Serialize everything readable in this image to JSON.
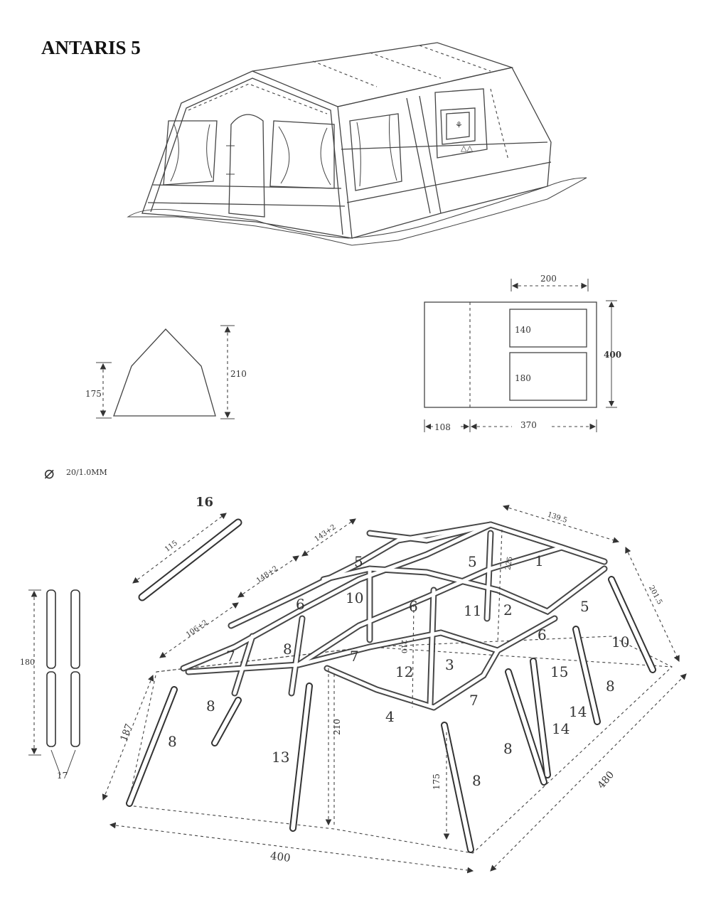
{
  "title": "ANTARIS 5",
  "side_profile": {
    "eave_height": "175",
    "ridge_height": "210"
  },
  "floor_plan": {
    "bedroom_width": "200",
    "room_a": "140",
    "room_b": "180",
    "depth": "400",
    "porch": "108",
    "main": "370"
  },
  "pole_spec": {
    "diameter_symbol": "⌀",
    "text": "20/1.0MM"
  },
  "frame": {
    "dims": {
      "pole16": "115",
      "top_seg1": "143+2",
      "top_seg2": "148+2",
      "top_seg3": "106+2",
      "rear_width": "139.5",
      "rear_depth": "201.5",
      "height_225": "225",
      "height_210_inner": "210",
      "front_leg": "187",
      "inner_height": "210",
      "leg_height": "175",
      "width": "400",
      "length": "480",
      "spare_length": "180"
    },
    "part_numbers": {
      "p1": "1",
      "p2": "2",
      "p3": "3",
      "p4": "4",
      "p5a": "5",
      "p5b": "5",
      "p5c": "5",
      "p6a": "6",
      "p6b": "6",
      "p6c": "6",
      "p7a": "7",
      "p7b": "7",
      "p7c": "7",
      "p8a": "8",
      "p8b": "8",
      "p8c": "8",
      "p8d": "8",
      "p8e": "8",
      "p8f": "8",
      "p10a": "10",
      "p10b": "10",
      "p11": "11",
      "p12": "12",
      "p13": "13",
      "p14a": "14",
      "p14b": "14",
      "p15": "15",
      "p16": "16",
      "p17": "17"
    }
  }
}
